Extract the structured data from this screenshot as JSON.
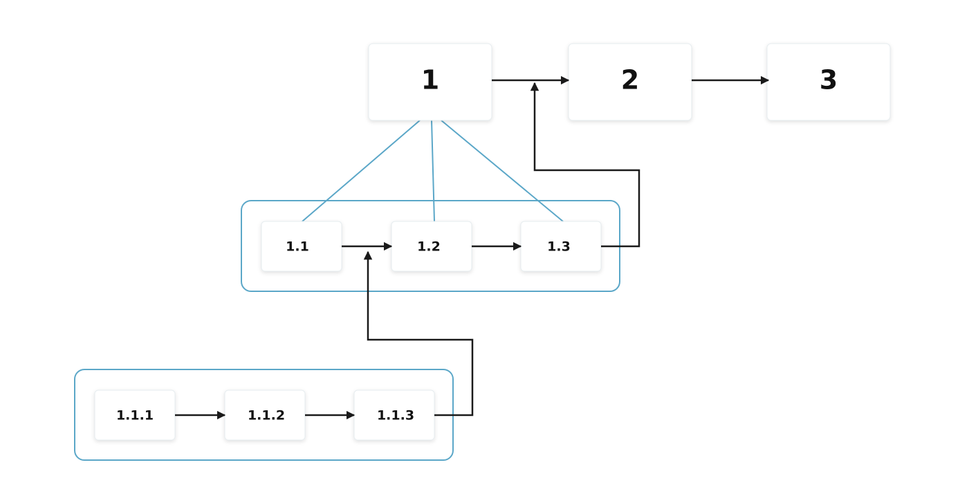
{
  "nodes": {
    "n1": "1",
    "n2": "2",
    "n3": "3",
    "n11": "1.1",
    "n12": "1.2",
    "n13": "1.3",
    "n111": "1.1.1",
    "n112": "1.1.2",
    "n113": "1.1.3"
  },
  "colors": {
    "group_outline": "#5ba7c8",
    "tree_line": "#5ba7c8",
    "arrow": "#1a1a1a",
    "node_fill": "#ffffff",
    "text": "#111111"
  }
}
